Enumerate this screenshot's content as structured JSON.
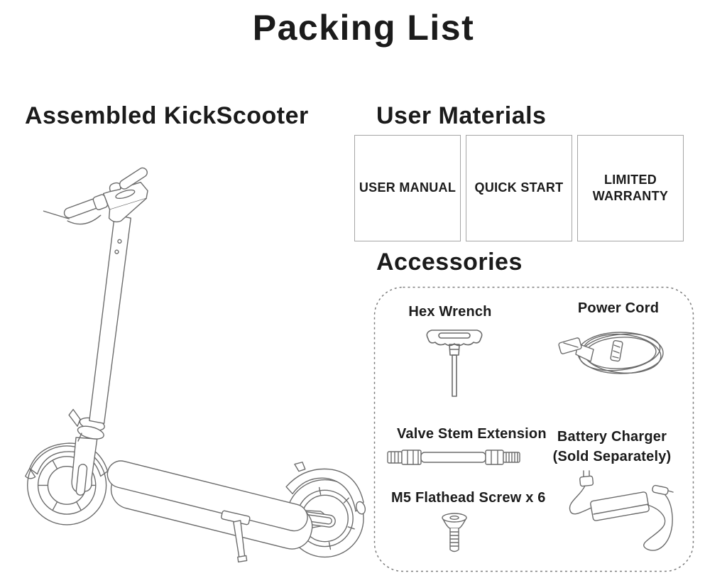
{
  "page": {
    "title": "Packing List"
  },
  "assembled_kickscooter": {
    "heading": "Assembled KickScooter",
    "illustration": "kickscooter-line-drawing"
  },
  "user_materials": {
    "heading": "User Materials",
    "cards": [
      {
        "label": "USER MANUAL"
      },
      {
        "label": "QUICK START"
      },
      {
        "label": "LIMITED WARRANTY"
      }
    ]
  },
  "accessories": {
    "heading": "Accessories",
    "items": [
      {
        "label": "Hex Wrench",
        "icon": "hex-wrench-icon"
      },
      {
        "label": "Power Cord",
        "icon": "power-cord-icon"
      },
      {
        "label": "Valve Stem Extension",
        "icon": "valve-stem-extension-icon"
      },
      {
        "label": "Battery Charger",
        "sublabel": "(Sold Separately)",
        "icon": "battery-charger-icon"
      },
      {
        "label": "M5 Flathead Screw x 6",
        "icon": "flathead-screw-icon"
      }
    ]
  },
  "colors": {
    "text": "#1b1b1b",
    "line_art": "#6b6b6b",
    "card_border": "#a5a5a5",
    "dashed_border": "#7d7d7d",
    "background": "#ffffff"
  }
}
